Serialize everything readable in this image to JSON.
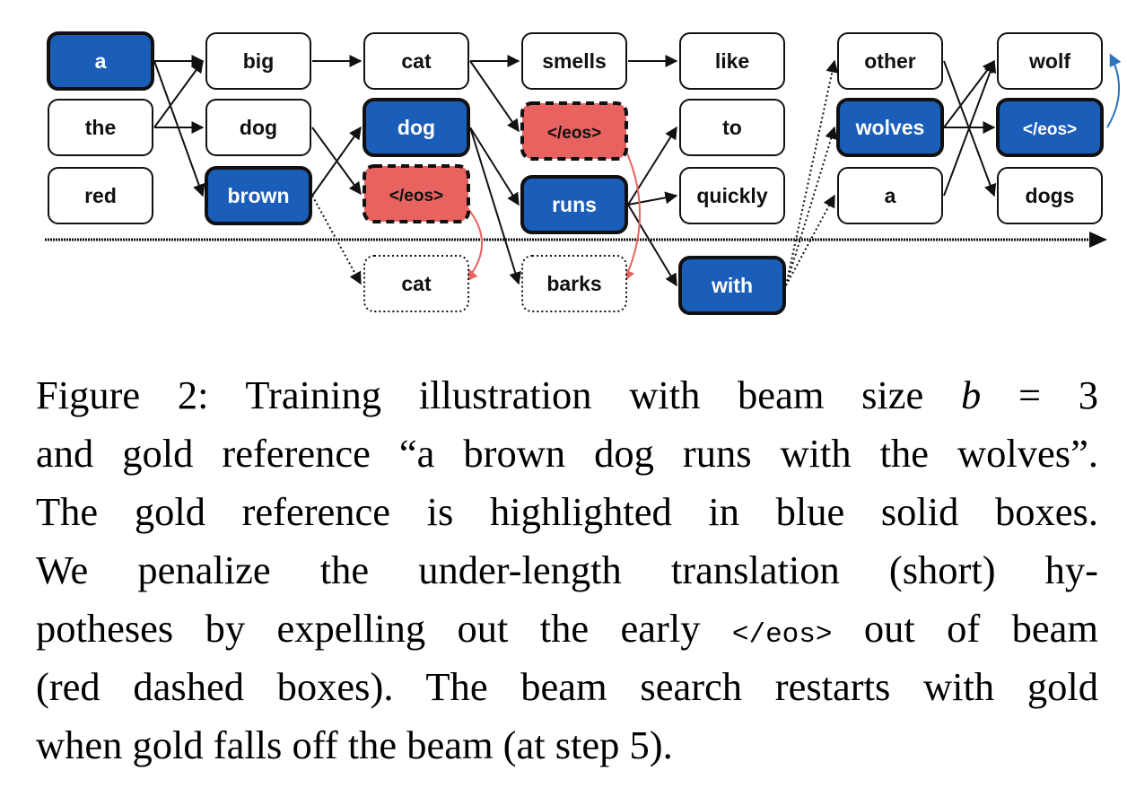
{
  "figure": {
    "colors": {
      "gold_fill": "#1b5eb9",
      "eos_fill": "#e8625f",
      "border": "#111111",
      "white": "#ffffff",
      "restart_arrow": "#2a74c2",
      "red_arrow": "#e8625f"
    },
    "nodes": [
      {
        "id": "a0",
        "label": "a",
        "style": "gold"
      },
      {
        "id": "the0",
        "label": "the",
        "style": "normal"
      },
      {
        "id": "red0",
        "label": "red",
        "style": "normal"
      },
      {
        "id": "big1",
        "label": "big",
        "style": "normal"
      },
      {
        "id": "dog1",
        "label": "dog",
        "style": "normal"
      },
      {
        "id": "brown1",
        "label": "brown",
        "style": "gold"
      },
      {
        "id": "cat2",
        "label": "cat",
        "style": "normal"
      },
      {
        "id": "dog2",
        "label": "dog",
        "style": "gold"
      },
      {
        "id": "eos2",
        "label": "</eos>",
        "style": "eos"
      },
      {
        "id": "cat2x",
        "label": "cat",
        "style": "dotted"
      },
      {
        "id": "smells3",
        "label": "smells",
        "style": "normal"
      },
      {
        "id": "eos3",
        "label": "</eos>",
        "style": "eos"
      },
      {
        "id": "runs3",
        "label": "runs",
        "style": "gold"
      },
      {
        "id": "barks3",
        "label": "barks",
        "style": "dotted"
      },
      {
        "id": "like4",
        "label": "like",
        "style": "normal"
      },
      {
        "id": "to4",
        "label": "to",
        "style": "normal"
      },
      {
        "id": "quickly4",
        "label": "quickly",
        "style": "normal"
      },
      {
        "id": "with4",
        "label": "with",
        "style": "gold"
      },
      {
        "id": "other5",
        "label": "other",
        "style": "normal"
      },
      {
        "id": "wolves5",
        "label": "wolves",
        "style": "gold"
      },
      {
        "id": "a5",
        "label": "a",
        "style": "normal"
      },
      {
        "id": "wolf6",
        "label": "wolf",
        "style": "normal"
      },
      {
        "id": "eos6",
        "label": "</eos>",
        "style": "gold"
      },
      {
        "id": "dogs6",
        "label": "dogs",
        "style": "normal"
      }
    ],
    "edges": [
      {
        "from": "a0",
        "to": "big1",
        "kind": "solid"
      },
      {
        "from": "a0",
        "to": "brown1",
        "kind": "solid"
      },
      {
        "from": "the0",
        "to": "big1",
        "kind": "solid"
      },
      {
        "from": "the0",
        "to": "dog1",
        "kind": "solid"
      },
      {
        "from": "big1",
        "to": "cat2",
        "kind": "solid"
      },
      {
        "from": "dog1",
        "to": "eos2",
        "kind": "solid"
      },
      {
        "from": "brown1",
        "to": "dog2",
        "kind": "solid"
      },
      {
        "from": "brown1",
        "to": "cat2x",
        "kind": "dotted"
      },
      {
        "from": "cat2",
        "to": "smells3",
        "kind": "solid"
      },
      {
        "from": "cat2",
        "to": "eos3",
        "kind": "solid"
      },
      {
        "from": "dog2",
        "to": "runs3",
        "kind": "solid"
      },
      {
        "from": "dog2",
        "to": "barks3",
        "kind": "solid"
      },
      {
        "from": "smells3",
        "to": "like4",
        "kind": "solid"
      },
      {
        "from": "runs3",
        "to": "to4",
        "kind": "solid"
      },
      {
        "from": "runs3",
        "to": "quickly4",
        "kind": "solid"
      },
      {
        "from": "runs3",
        "to": "with4",
        "kind": "solid"
      },
      {
        "from": "with4",
        "to": "other5",
        "kind": "dotted"
      },
      {
        "from": "with4",
        "to": "wolves5",
        "kind": "dotted"
      },
      {
        "from": "with4",
        "to": "a5",
        "kind": "dotted"
      },
      {
        "from": "other5",
        "to": "dogs6",
        "kind": "solid"
      },
      {
        "from": "wolves5",
        "to": "wolf6",
        "kind": "solid"
      },
      {
        "from": "wolves5",
        "to": "eos6",
        "kind": "solid"
      },
      {
        "from": "a5",
        "to": "wolf6",
        "kind": "solid"
      },
      {
        "from": "eos2",
        "to": "cat2x",
        "kind": "curved-red"
      },
      {
        "from": "eos3",
        "to": "barks3",
        "kind": "curved-red"
      },
      {
        "from": "eos6",
        "to": "wolf6",
        "kind": "curved-blue"
      }
    ]
  },
  "caption": {
    "lines": [
      [
        "Figure 2:  Training illustration with beam size ",
        {
          "italic": "b"
        },
        " = 3"
      ],
      [
        "and gold reference “a brown dog runs with the wolves”."
      ],
      [
        "The gold reference is highlighted in blue solid boxes."
      ],
      [
        "We penalize the under-length translation (short) hy-"
      ],
      [
        "potheses by expelling out the early ",
        {
          "mono": "</eos>"
        },
        " out of beam"
      ],
      [
        "(red dashed boxes). The beam search restarts with gold"
      ],
      [
        "when gold falls off the beam (at step 5)."
      ]
    ]
  }
}
